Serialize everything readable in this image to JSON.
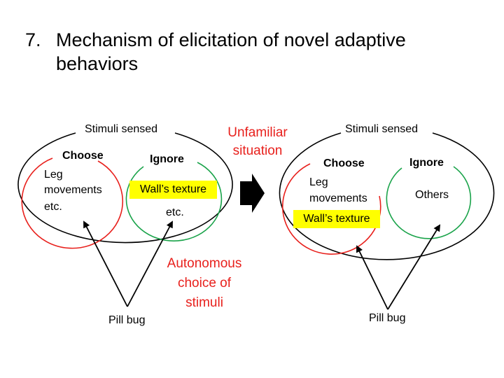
{
  "title": {
    "number": "7.",
    "text": "Mechanism of elicitation of novel adaptive behaviors"
  },
  "left_panel": {
    "outer_label": "Stimuli sensed",
    "choose_label": "Choose",
    "ignore_label": "Ignore",
    "choose_items": [
      "Leg",
      "movements",
      "etc."
    ],
    "highlight": "Wall’s texture",
    "ignore_extra": "etc.",
    "agent_label": "Pill bug"
  },
  "transition": {
    "label_lines": [
      "Unfamiliar",
      "situation"
    ]
  },
  "note": {
    "lines": [
      "Autonomous",
      "choice of",
      "stimuli"
    ]
  },
  "right_panel": {
    "outer_label": "Stimuli sensed",
    "choose_label": "Choose",
    "ignore_label": "Ignore",
    "choose_items": [
      "Leg",
      "movements"
    ],
    "highlight": "Wall’s texture",
    "ignore_item": "Others",
    "agent_label": "Pill bug"
  },
  "colors": {
    "choose_ring": "#e8201c",
    "ignore_ring": "#1aa34a",
    "highlight": "#ffff00",
    "accent_text": "#e8201c"
  }
}
